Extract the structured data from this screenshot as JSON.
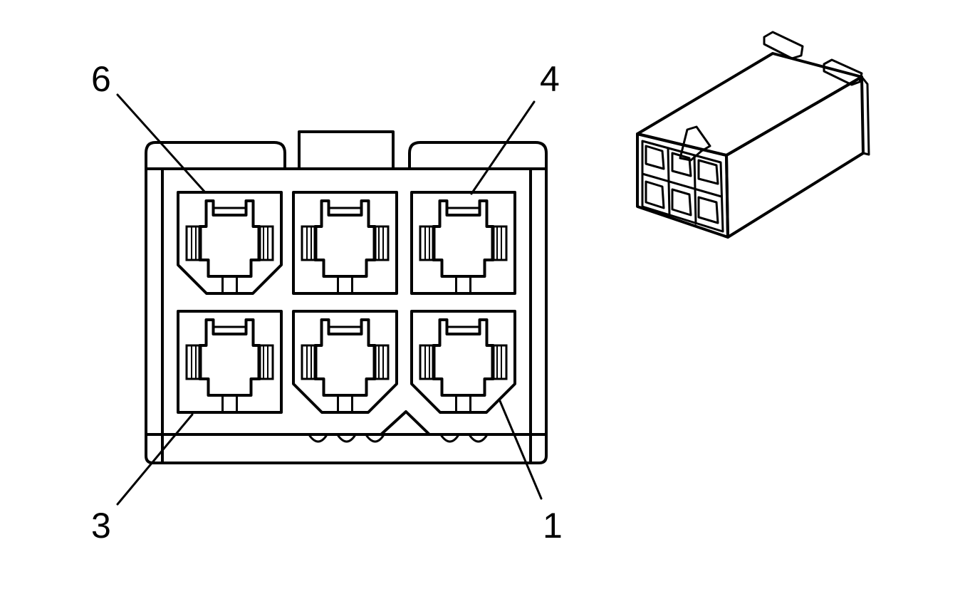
{
  "diagram": {
    "pin_labels": {
      "pin_6": "6",
      "pin_4": "4",
      "pin_3": "3",
      "pin_1": "1"
    },
    "colors": {
      "line": "#000000",
      "background": "#ffffff"
    }
  }
}
